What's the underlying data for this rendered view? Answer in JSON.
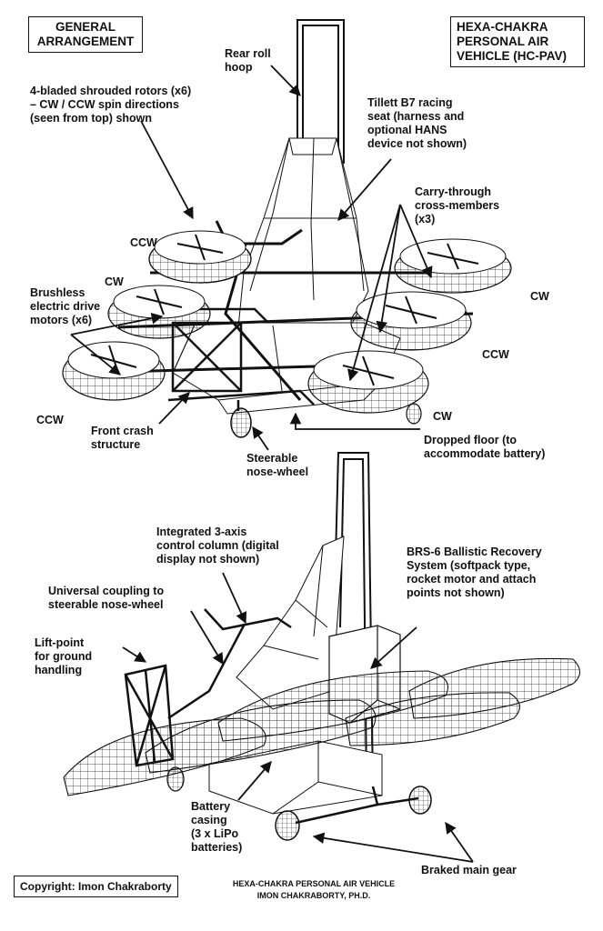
{
  "titles": {
    "general_arrangement": "GENERAL\nARRANGEMENT",
    "vehicle_name": "HEXA-CHAKRA\nPERSONAL AIR\nVEHICLE (HC-PAV)"
  },
  "labels_top": {
    "rear_roll_hoop": "Rear roll\nhoop",
    "rotors": "4-bladed shrouded rotors (x6)\n– CW / CCW spin directions\n(seen from top) shown",
    "seat": "Tillett B7 racing\nseat (harness and\noptional HANS\ndevice not shown)",
    "cross_members": "Carry-through\ncross-members\n(x3)",
    "motors": "Brushless\nelectric drive\nmotors (x6)",
    "front_crash": "Front crash\nstructure",
    "nose_wheel": "Steerable\nnose-wheel",
    "dropped_floor": "Dropped floor (to\naccommodate battery)"
  },
  "rotor_directions": {
    "left_back": "CCW",
    "left_middle": "CW",
    "left_front": "CCW",
    "right_back": "CW",
    "right_middle": "CCW",
    "right_front": "CW"
  },
  "labels_bottom": {
    "control_column": "Integrated 3-axis\ncontrol column (digital\ndisplay not shown)",
    "universal_coupling": "Universal coupling to\nsteerable nose-wheel",
    "lift_point": "Lift-point\nfor ground\nhandling",
    "brs": "BRS-6 Ballistic Recovery\nSystem (softpack type,\nrocket motor and attach\npoints not shown)",
    "battery": "Battery\ncasing\n(3 x LiPo\nbatteries)",
    "main_gear": "Braked main gear"
  },
  "footer": {
    "copyright": "Copyright: Imon Chakraborty",
    "caption_line1": "HEXA-CHAKRA PERSONAL AIR VEHICLE",
    "caption_line2": "IMON CHAKRABORTY, PH.D."
  }
}
